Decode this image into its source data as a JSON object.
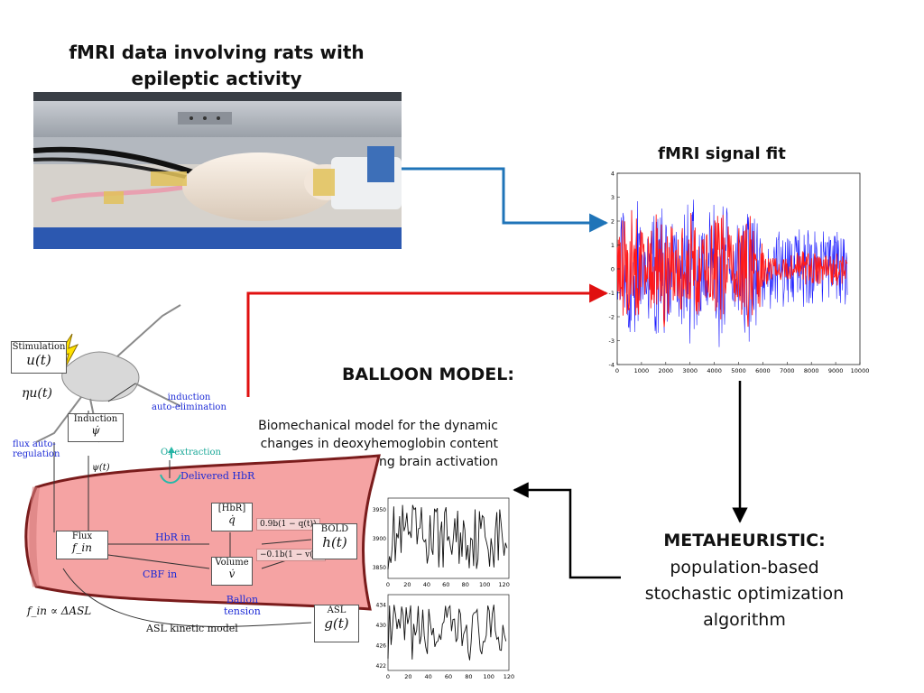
{
  "headings": {
    "rats_line1": "fMRI data involving rats with",
    "rats_line2": "epileptic activity",
    "signal_fit": "fMRI signal fit",
    "balloon_title": "BALLOON MODEL:",
    "balloon_desc_line1": "Biomechanical model for the dynamic",
    "balloon_desc_line2": "changes in deoxyhemoglobin content",
    "balloon_desc_line3": "during brain activation",
    "meta_title": "METAHEURISTIC:",
    "meta_line1": "population-based",
    "meta_line2": "stochastic optimization",
    "meta_line3": "algorithm"
  },
  "diagram": {
    "stimulation_label": "Stimulation",
    "stimulation_var": "u(t)",
    "eta_u": "ηu(t)",
    "induction_label": "Induction",
    "induction_var": "ψ̇",
    "induction_auto_line1": "induction",
    "induction_auto_line2": "auto-elimination",
    "flux_auto_line1": "flux auto-",
    "flux_auto_line2": "regulation",
    "psi_t": "ψ(t)",
    "o2_extraction": "O₂ extraction",
    "delivered_hbr": "Delivered HbR",
    "flux_label": "Flux",
    "flux_var": "f_in",
    "hbr_box_label": "[HbR]",
    "hbr_box_var": "q̇",
    "hbr_in": "HbR in",
    "cbf_in": "CBF in",
    "volume_label": "Volume",
    "volume_var": "v̇",
    "ballon_tension_line1": "Ballon",
    "ballon_tension_line2": "tension",
    "bold_label": "BOLD",
    "bold_var": "h(t)",
    "coef_q": "0.9b(1 − q(t))",
    "coef_v": "−0.1b(1 − v(t))",
    "fin_asl": "f_in ∝ ΔASL",
    "asl_kinetic": "ASL kinetic model",
    "asl_label": "ASL",
    "asl_var": "g(t)"
  },
  "colors": {
    "blue_arrow": "#1f74b8",
    "red_arrow": "#e01010",
    "vessel_fill": "#f5a3a3",
    "vessel_edge": "#7a1c1c",
    "fit_blue": "#1a1aff",
    "fit_red": "#ff1a1a"
  },
  "chart_data": [
    {
      "type": "line",
      "x_ticks": [
        0,
        1000,
        2000,
        3000,
        4000,
        5000,
        6000,
        7000,
        8000,
        9000,
        10000
      ],
      "y_ticks": [
        -4,
        -3,
        -2,
        -1,
        0,
        1,
        2,
        3,
        4
      ],
      "xlim": [
        0,
        10000
      ],
      "ylim": [
        -4,
        4
      ],
      "series": [
        {
          "color": "#1a1aff",
          "x_range": [
            0,
            9500
          ]
        },
        {
          "color": "#ff1a1a",
          "x_range": [
            0,
            9500
          ]
        }
      ],
      "grid": false
    },
    {
      "type": "line",
      "x_ticks": [
        0,
        20,
        40,
        60,
        80,
        100,
        120
      ],
      "y_ticks": [
        3850,
        3900,
        3950
      ],
      "xlim": [
        0,
        125
      ],
      "ylim": [
        3830,
        3970
      ],
      "grid": false
    },
    {
      "type": "line",
      "x_ticks": [
        0,
        20,
        40,
        60,
        80,
        100,
        120
      ],
      "y_ticks": [
        422,
        426,
        430,
        434
      ],
      "xlim": [
        0,
        120
      ],
      "ylim": [
        421,
        436
      ],
      "grid": false
    }
  ]
}
